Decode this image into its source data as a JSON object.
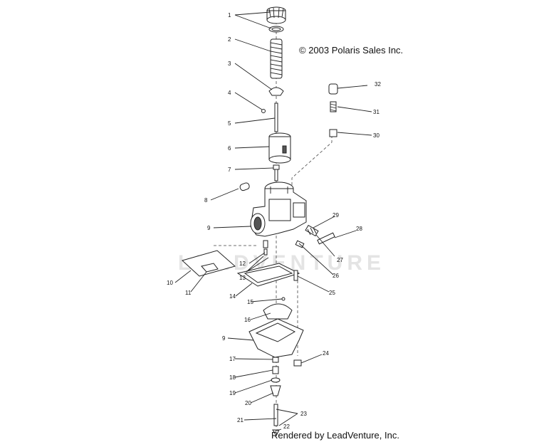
{
  "copyright": "© 2003 Polaris Sales Inc.",
  "credit": "Rendered by LeadVenture, Inc.",
  "watermark": "LEADVENTURE",
  "callouts": [
    "1",
    "2",
    "3",
    "4",
    "5",
    "6",
    "7",
    "8",
    "9",
    "9",
    "10",
    "11",
    "12",
    "13",
    "14",
    "15",
    "16",
    "17",
    "18",
    "19",
    "20",
    "21",
    "22",
    "23",
    "24",
    "25",
    "26",
    "27",
    "28",
    "29",
    "30",
    "31",
    "32"
  ]
}
